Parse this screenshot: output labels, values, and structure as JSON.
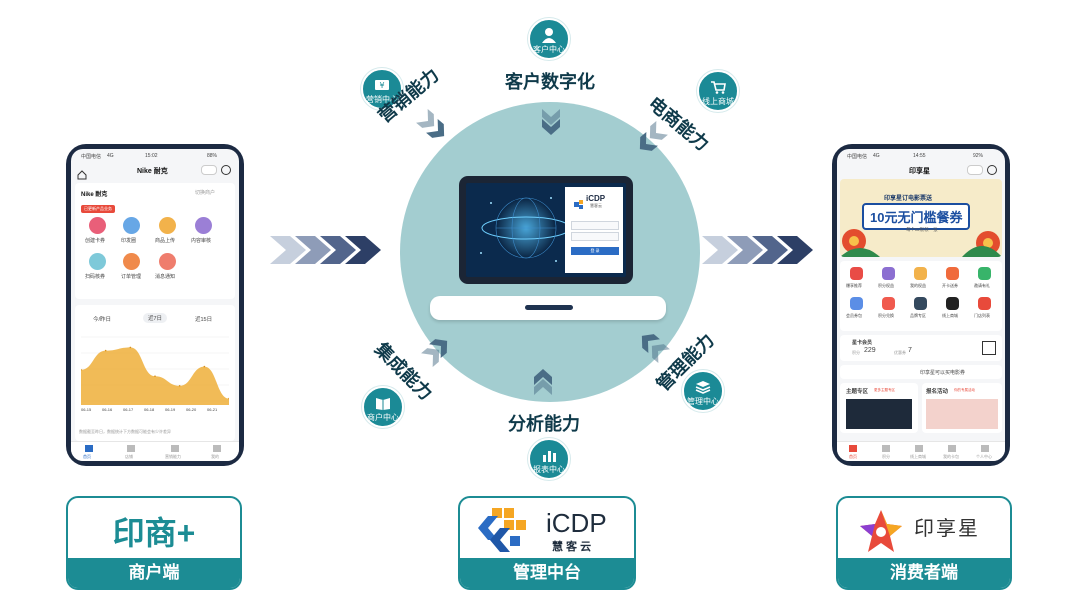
{
  "center": {
    "top_label": "客户数字化",
    "top_icon_label": "客户中心",
    "top_left_label": "营销能力",
    "top_left_icon_label": "营销中心",
    "top_right_label": "电商能力",
    "top_right_icon_label": "线上商城",
    "bottom_left_label": "集成能力",
    "bottom_left_icon_label": "商户中心",
    "bottom_right_label": "管理能力",
    "bottom_right_icon_label": "管理中心",
    "bottom_label": "分析能力",
    "bottom_icon_label": "报表中心",
    "login_brand": "iCDP",
    "login_sub": "慧客云",
    "login_button": "登 录"
  },
  "merchant_phone": {
    "carrier": "中国电信",
    "network": "4G",
    "time": "15:02",
    "battery": "88%",
    "title": "Nike 耐克",
    "account": "Nike 耐克",
    "switch_link": "切换商户",
    "banner": "已更新产品业务",
    "grid_row1": [
      "创建卡券",
      "印发圈",
      "商品上传",
      "内容审核"
    ],
    "grid_row2": [
      "扫码核券",
      "订单管理",
      "消息通知"
    ],
    "tabs": [
      "今/昨日",
      "近7日",
      "近15日"
    ],
    "active_tab": "近7日",
    "x_ticks": [
      "06-15",
      "06-16",
      "06-17",
      "06-18",
      "06-19",
      "06-20",
      "06-21"
    ],
    "note": "数据截至昨日，数据统计下方数据可能会有少许差异",
    "nav": [
      "首页",
      "店铺",
      "营销能力",
      "我的"
    ],
    "chart_data": {
      "type": "area",
      "x": [
        "06-15",
        "06-16",
        "06-17",
        "06-18",
        "06-19",
        "06-20",
        "06-21"
      ],
      "values": [
        0.55,
        0.85,
        0.9,
        0.45,
        0.3,
        0.6,
        0.1
      ],
      "color": "#f0b445"
    }
  },
  "consumer_phone": {
    "carrier": "中国电信",
    "network": "4G",
    "time": "14:55",
    "battery": "92%",
    "title": "印享星",
    "banner_top": "印享星订电影票送",
    "banner_main": "10元无门槛餐券",
    "banner_sub": "每个ID限领一张",
    "grid_row1": [
      "爆享推荐",
      "积分权益",
      "我的权益",
      "开卡送券",
      "邀请有礼"
    ],
    "grid_row2": [
      "会员券包",
      "积分兑换",
      "品牌专区",
      "线上商城",
      "门店列表"
    ],
    "member_title": "星卡会员",
    "points_label": "积分",
    "points_value": "229",
    "coupon_label": "优惠券",
    "coupon_value": "7",
    "notice": "印享星可以买电影券",
    "section_left": "主题专区",
    "section_left_tag": "更多主题专区",
    "section_right": "报名活动",
    "section_right_tag": "你的专属活动",
    "nav": [
      "首页",
      "积分",
      "线上商城",
      "我的卡包",
      "个人中心"
    ]
  },
  "cards": {
    "merchant_logo": "印商+",
    "merchant_footer": "商户端",
    "icdp_brand": "iCDP",
    "icdp_sub": "慧 客 云",
    "icdp_footer": "管理中台",
    "consumer_brand": "印享星",
    "consumer_footer": "消费者端"
  },
  "colors": {
    "teal": "#1c8c94",
    "hub": "#a3cdd0",
    "navy": "#1c2a42",
    "chevron_light": "#b9c4d6",
    "chevron_dark": "#2d3f66",
    "orange": "#f5a623",
    "red": "#e83a3a"
  }
}
